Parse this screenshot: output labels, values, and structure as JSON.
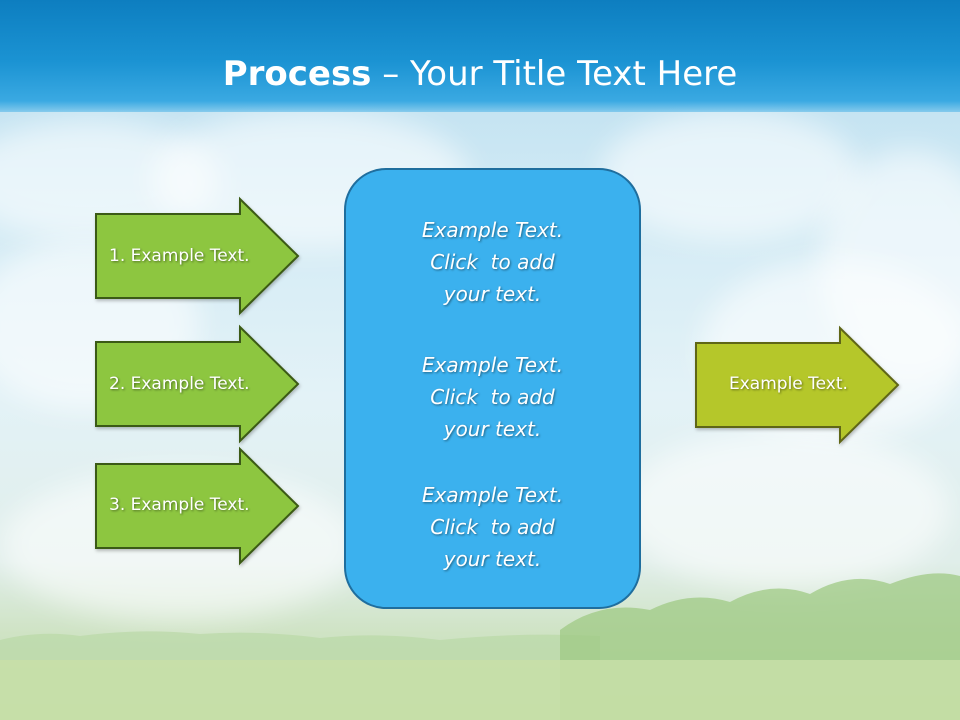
{
  "title": {
    "bold": "Process",
    "rest": " – Your Title Text Here"
  },
  "input_arrows": [
    {
      "label": "1. Example Text."
    },
    {
      "label": "2. Example Text."
    },
    {
      "label": "3. Example Text."
    }
  ],
  "center_box": {
    "blocks": [
      {
        "line1": "Example Text.",
        "line2": "Click  to add",
        "line3": "your text."
      },
      {
        "line1": "Example Text.",
        "line2": "Click  to add",
        "line3": "your text."
      },
      {
        "line1": "Example Text.",
        "line2": "Click  to add",
        "line3": "your text."
      }
    ]
  },
  "output_arrow": {
    "label": "Example Text."
  },
  "colors": {
    "title_band": "#1b93d3",
    "input_arrow_fill": "#8dc63f",
    "input_arrow_border": "#3b5a12",
    "output_arrow_fill": "#b5c72c",
    "output_arrow_border": "#5f6618",
    "center_box_fill": "#3bb1ee",
    "center_box_border": "#1f6e9e"
  }
}
